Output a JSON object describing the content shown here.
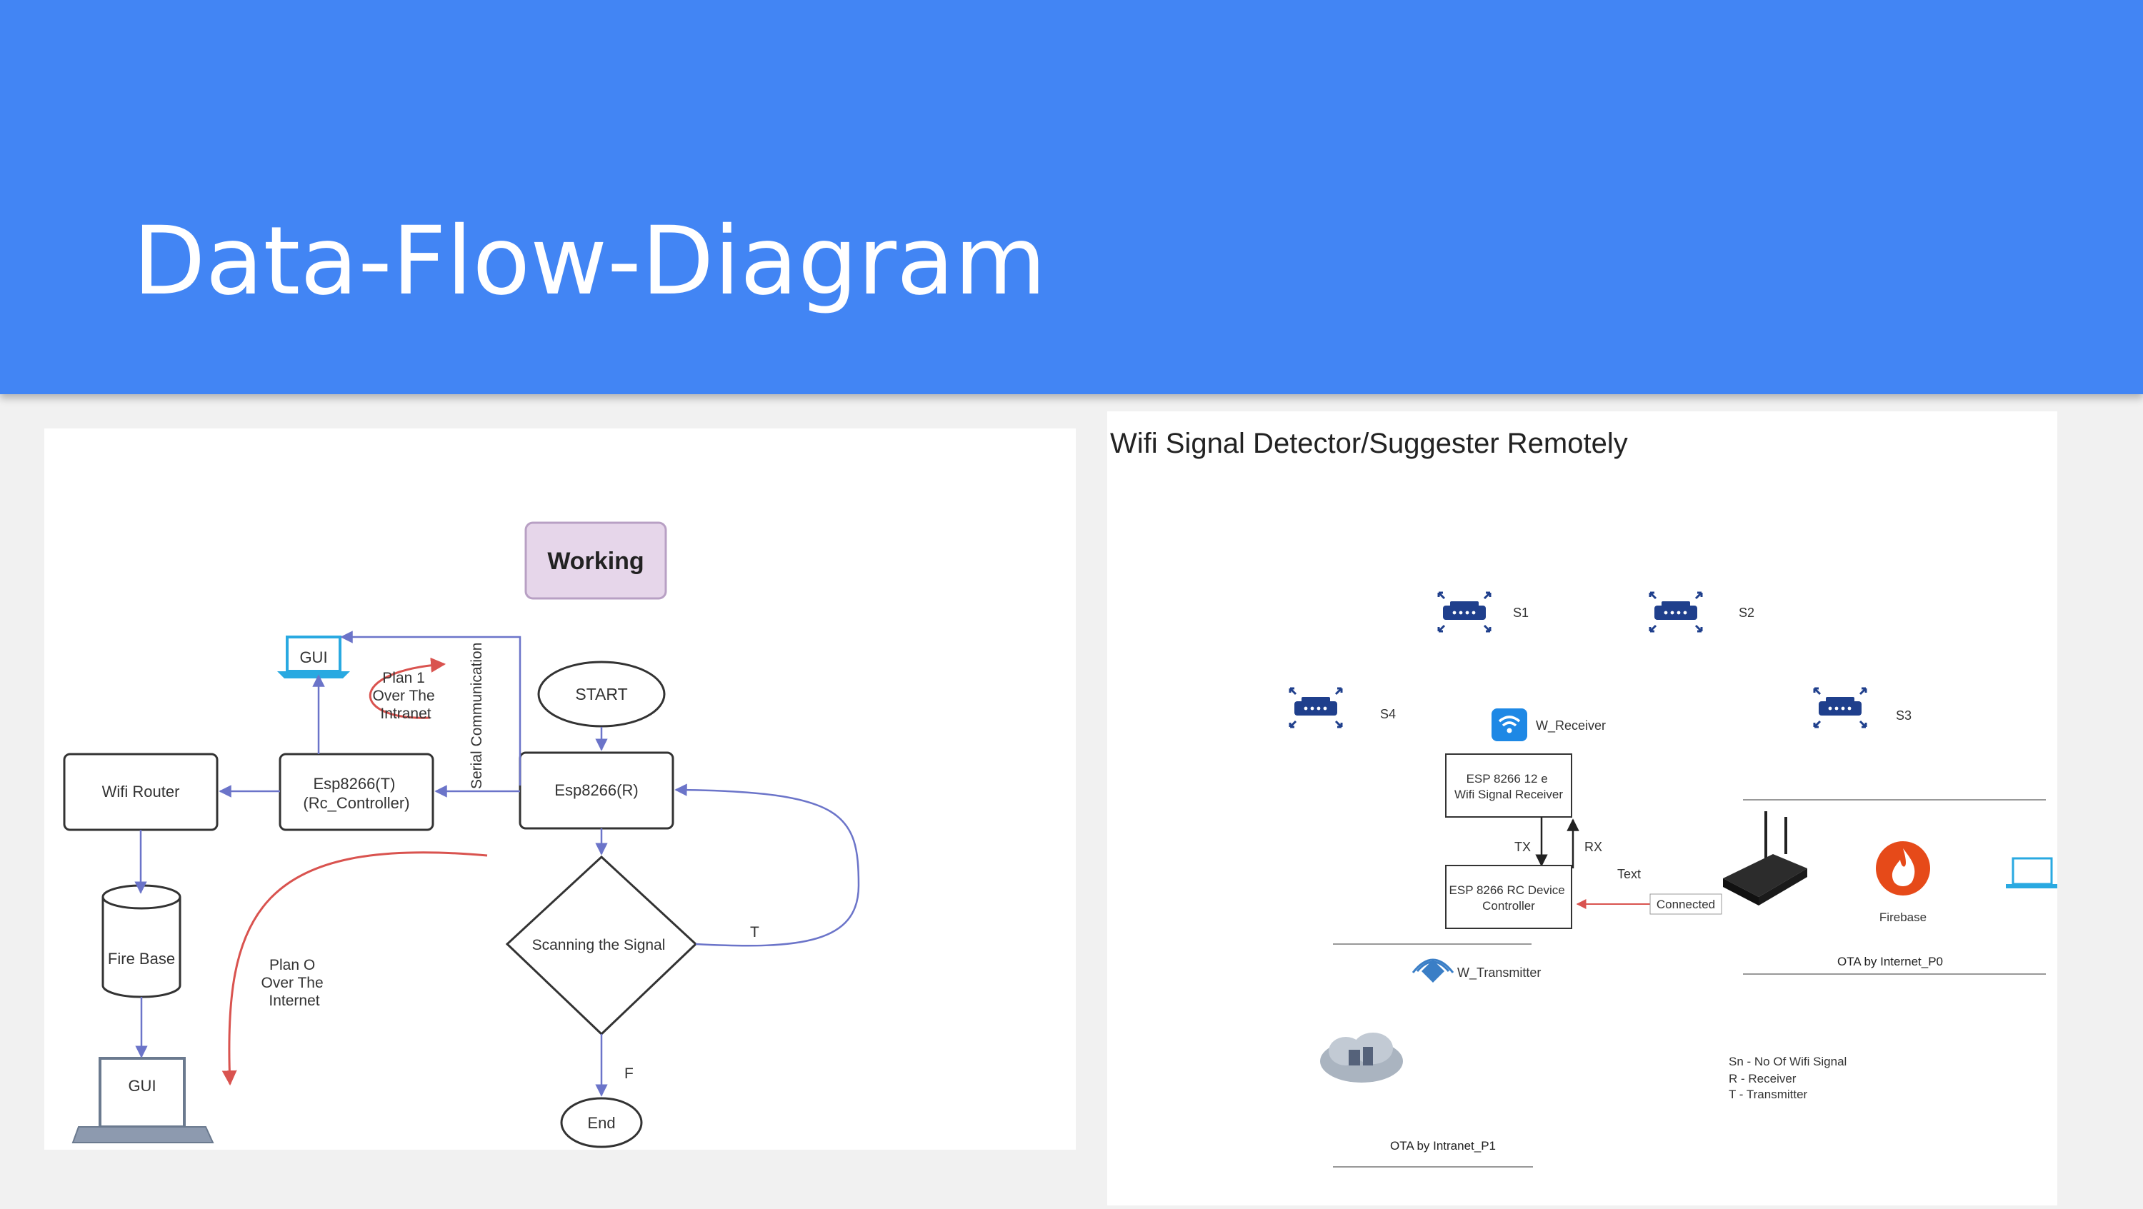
{
  "slide": {
    "title": "Data-Flow-Diagram"
  },
  "left_diagram": {
    "working": "Working",
    "gui_top": "GUI",
    "plan1": [
      "Plan 1",
      "Over The",
      "Intranet"
    ],
    "serial": "Serial Communication",
    "start": "START",
    "wifi_router": "Wifi Router",
    "esp_t": [
      "Esp8266(T)",
      "(Rc_Controller)"
    ],
    "esp_r": "Esp8266(R)",
    "fire_base": "Fire Base",
    "plan0": [
      "Plan O",
      "Over The",
      "Internet"
    ],
    "scanning": "Scanning the Signal",
    "label_t": "T",
    "label_f": "F",
    "gui_bottom": "GUI",
    "end": "End"
  },
  "right_diagram": {
    "title": "Wifi Signal Detector/Suggester Remotely",
    "s1": "S1",
    "s2": "S2",
    "s3": "S3",
    "s4": "S4",
    "w_receiver": "W_Receiver",
    "esp_receiver": [
      "ESP 8266 12 e",
      "Wifi Signal Receiver"
    ],
    "tx": "TX",
    "rx": "RX",
    "esp_controller": [
      "ESP 8266 RC Device",
      "Controller"
    ],
    "text_label": "Text",
    "connected": "Connected",
    "firebase": "Firebase",
    "w_transmitter": "W_Transmitter",
    "ota_internet": "OTA by Internet_P0",
    "legend": [
      "Sn - No Of Wifi Signal",
      "R - Receiver",
      "T - Transmitter"
    ],
    "ota_intranet": "OTA by Intranet_P1"
  },
  "colors": {
    "header": "#4285f4",
    "arrow_blue": "#6b74c9",
    "plan_red": "#d9534f",
    "working_fill": "#e6d6ea",
    "router_icon": "#1f3f8c",
    "wifi_badge": "#1e88e5"
  }
}
